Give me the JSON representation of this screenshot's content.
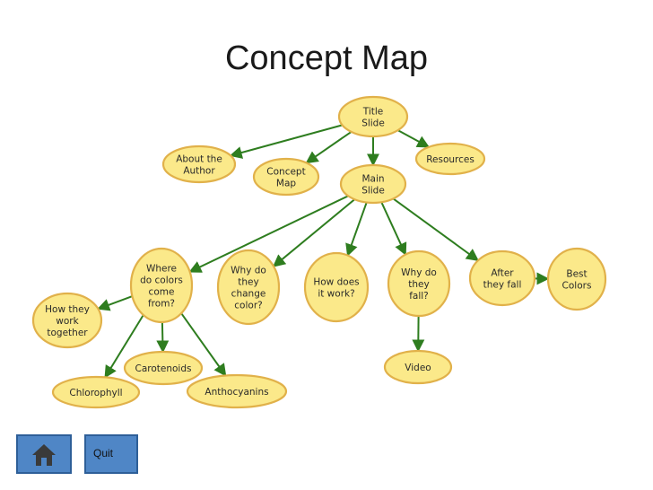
{
  "title": "Concept Map",
  "nodes": [
    {
      "id": "title_slide",
      "lines": [
        "Title",
        "Slide"
      ]
    },
    {
      "id": "about_author",
      "lines": [
        "About the",
        "Author"
      ]
    },
    {
      "id": "concept_map",
      "lines": [
        "Concept",
        "Map"
      ]
    },
    {
      "id": "main_slide",
      "lines": [
        "Main",
        "Slide"
      ]
    },
    {
      "id": "resources",
      "lines": [
        "Resources"
      ]
    },
    {
      "id": "where_colors",
      "lines": [
        "Where",
        "do colors",
        "come",
        "from?"
      ]
    },
    {
      "id": "why_change",
      "lines": [
        "Why do",
        "they",
        "change",
        "color?"
      ]
    },
    {
      "id": "how_work",
      "lines": [
        "How does",
        "it work?"
      ]
    },
    {
      "id": "why_fall",
      "lines": [
        "Why do",
        "they",
        "fall?"
      ]
    },
    {
      "id": "after_fall",
      "lines": [
        "After",
        "they fall"
      ]
    },
    {
      "id": "best_colors",
      "lines": [
        "Best",
        "Colors"
      ]
    },
    {
      "id": "how_together",
      "lines": [
        "How they",
        "work",
        "together"
      ]
    },
    {
      "id": "carotenoids",
      "lines": [
        "Carotenoids"
      ]
    },
    {
      "id": "chlorophyll",
      "lines": [
        "Chlorophyll"
      ]
    },
    {
      "id": "anthocyanins",
      "lines": [
        "Anthocyanins"
      ]
    },
    {
      "id": "video",
      "lines": [
        "Video"
      ]
    }
  ],
  "edges": [
    [
      "title_slide",
      "about_author"
    ],
    [
      "title_slide",
      "concept_map"
    ],
    [
      "title_slide",
      "main_slide"
    ],
    [
      "title_slide",
      "resources"
    ],
    [
      "main_slide",
      "where_colors"
    ],
    [
      "main_slide",
      "why_change"
    ],
    [
      "main_slide",
      "how_work"
    ],
    [
      "main_slide",
      "why_fall"
    ],
    [
      "main_slide",
      "after_fall"
    ],
    [
      "after_fall",
      "best_colors"
    ],
    [
      "where_colors",
      "how_together"
    ],
    [
      "where_colors",
      "carotenoids"
    ],
    [
      "where_colors",
      "chlorophyll"
    ],
    [
      "where_colors",
      "anthocyanins"
    ],
    [
      "why_fall",
      "video"
    ]
  ],
  "buttons": {
    "home_icon": "home-icon",
    "quit_label": "Quit"
  },
  "colors": {
    "node_fill": "#fbe98a",
    "node_border": "#e1b14a",
    "arrow": "#2e7d1f",
    "button": "#4f86c6"
  }
}
